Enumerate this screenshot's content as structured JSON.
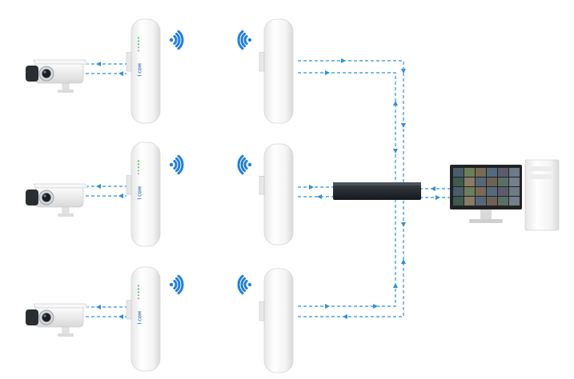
{
  "diagram": {
    "rows": [
      {
        "camera": "ip-camera",
        "transmitter_cpe": "cpe-transmitter",
        "receiver_cpe": "cpe-receiver",
        "link": "wireless-bridge-link"
      },
      {
        "camera": "ip-camera",
        "transmitter_cpe": "cpe-transmitter",
        "receiver_cpe": "cpe-receiver",
        "link": "wireless-bridge-link"
      },
      {
        "camera": "ip-camera",
        "transmitter_cpe": "cpe-transmitter",
        "receiver_cpe": "cpe-receiver",
        "link": "wireless-bridge-link"
      }
    ],
    "switch": "network-switch",
    "monitor": "monitor-with-camera-grid",
    "computer": "desktop-tower",
    "colors": {
      "link_line": "#2f8fd8",
      "wifi_signal": "#1f7fe0",
      "device_body": "#f3f3f3",
      "device_edge": "#d6d6d6",
      "switch_body": "#1e2328",
      "brand_text": "#4a86c8"
    },
    "icons": [
      "camera-icon",
      "cpe-icon",
      "wifi-signal-icon",
      "switch-icon",
      "monitor-icon",
      "tower-icon"
    ],
    "brand_marks": [
      {
        "label": "ꟾ COM"
      },
      {
        "label": "ꟾ COM"
      },
      {
        "label": "ꟾ COM"
      }
    ]
  }
}
